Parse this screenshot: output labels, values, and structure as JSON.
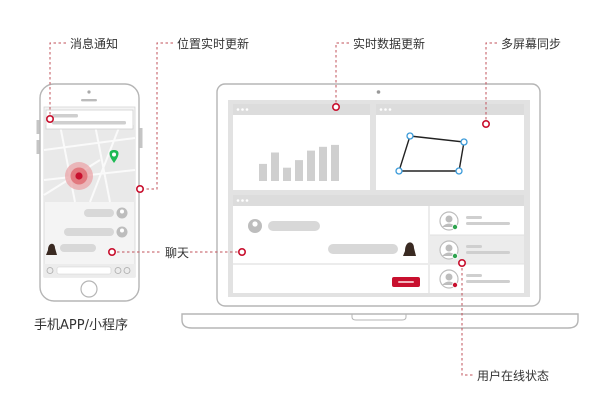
{
  "labels": {
    "notification": "消息通知",
    "location": "位置实时更新",
    "realtime_data": "实时数据更新",
    "multiscreen": "多屏幕同步",
    "chat": "聊天",
    "user_status": "用户在线状态",
    "app_caption": "手机APP/小程序"
  },
  "colors": {
    "accent": "#c8102e",
    "line": "#888888",
    "panel": "#e2e2e2",
    "placeholder": "#cfcfcf",
    "online": "#2ea44f",
    "offline": "#c8102e",
    "map_pin": "#1db954",
    "polygon_point": "#3a9ad9"
  },
  "chart_bars": [
    0.45,
    0.75,
    0.35,
    0.55,
    0.8,
    0.9,
    0.95
  ],
  "users": [
    {
      "status": "online"
    },
    {
      "status": "online"
    },
    {
      "status": "offline"
    }
  ]
}
